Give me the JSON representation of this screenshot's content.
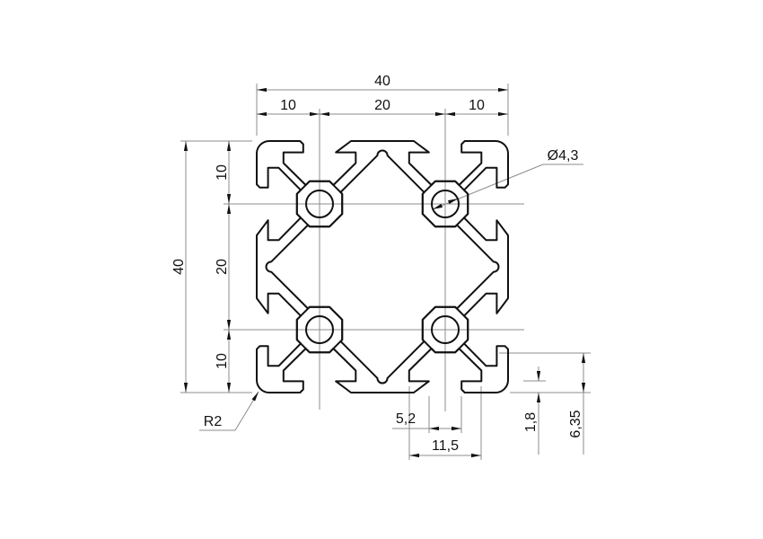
{
  "drawing": {
    "type": "technical-cross-section",
    "subject": "aluminium-extrusion-profile",
    "dims": {
      "width_total": "40",
      "width_left": "10",
      "width_mid": "20",
      "width_right": "10",
      "height_total": "40",
      "height_top": "10",
      "height_mid": "20",
      "height_bottom": "10",
      "slot_opening": "5,2",
      "slot_inner_width": "11,5",
      "lip_thickness": "1,8",
      "slot_depth": "6,35",
      "hole_diameter": "Ø4,3",
      "corner_radius": "R2"
    },
    "geometry_mm": {
      "size": 40,
      "slot_centers": [
        10,
        30
      ],
      "slot_opening": 5.2,
      "slot_inner_width": 11.5,
      "lip_thickness": 1.8,
      "slot_depth": 6.35,
      "hole_diameter": 4.3,
      "corner_radius": 2
    },
    "colors": {
      "outline": "#111111",
      "dimension": "#8c8c8c",
      "text": "#111111",
      "background": "#ffffff"
    }
  }
}
